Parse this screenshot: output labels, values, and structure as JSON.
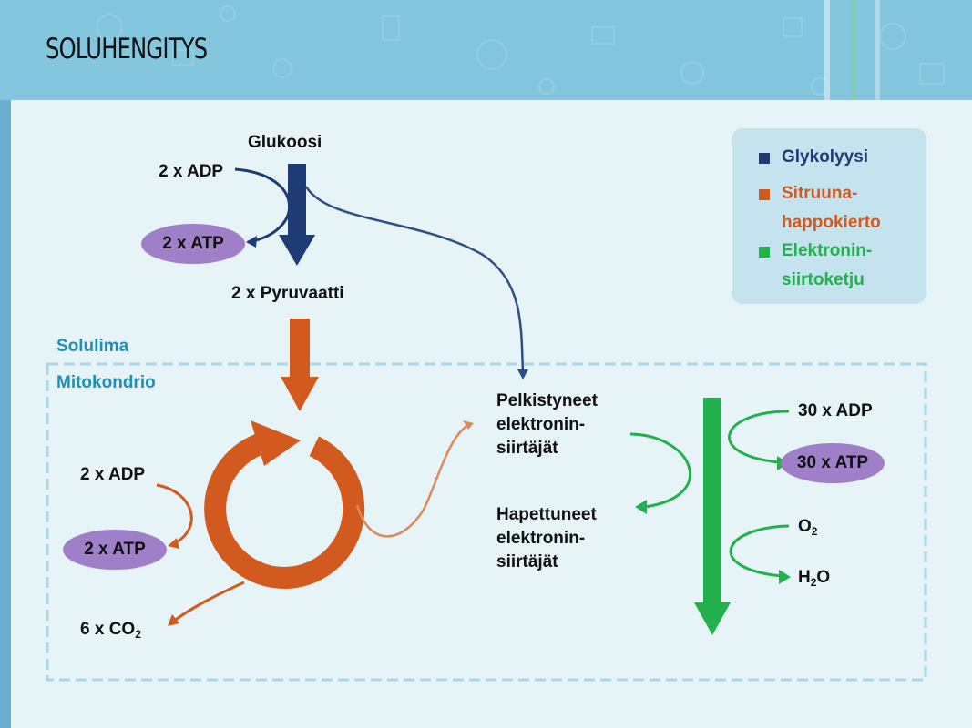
{
  "title": "SOLUHENGITYS",
  "colors": {
    "glycolysis": "#1f3b73",
    "citric": "#d35a1e",
    "etc": "#22b14c",
    "region_label": "#1f8fb9",
    "atp_pill": "#9f7fc8"
  },
  "glycolysis": {
    "input": "Glukoosi",
    "adp": "2 x ADP",
    "atp": "2 x ATP",
    "product": "2 x Pyruvaatti"
  },
  "regions": {
    "cytoplasm": "Solulima",
    "mitochondrion": "Mitokondrio"
  },
  "citric_cycle": {
    "adp": "2 x ADP",
    "atp": "2 x ATP",
    "co2_prefix": "6 x CO",
    "co2_sub": "2"
  },
  "carriers": {
    "reduced": "Pelkistyneet\nelektronin-\nsiirtäjät",
    "oxidized": "Hapettuneet\nelektronin-\nsiirtäjät"
  },
  "etc": {
    "adp": "30 x ADP",
    "atp": "30 x ATP",
    "o2_main": "O",
    "o2_sub": "2",
    "h2o_h": "H",
    "h2o_sub": "2",
    "h2o_o": "O"
  },
  "legend": {
    "glycolysis": "Glykolyysi",
    "citric": "Sitruuna-\nhappokierto",
    "etc": "Elektronin-\nsiirtoketju"
  }
}
